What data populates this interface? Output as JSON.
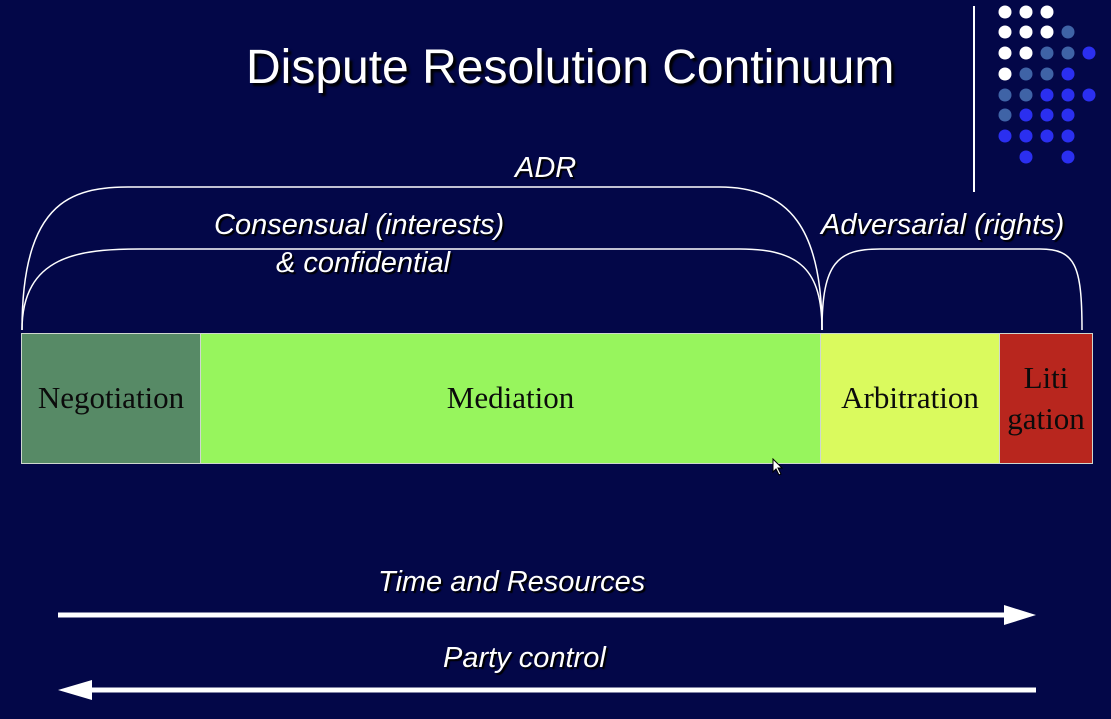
{
  "slide": {
    "title": "Dispute Resolution Continuum"
  },
  "brackets": {
    "adr": "ADR",
    "consensual_line1": "Consensual (interests)",
    "consensual_line2": "& confidential",
    "adversarial": "Adversarial (rights)"
  },
  "continuum": [
    {
      "label": "Negotiation",
      "color": "#578a66"
    },
    {
      "label": "Mediation",
      "color": "#97f55d"
    },
    {
      "label": "Arbitration",
      "color": "#dafa5e"
    },
    {
      "label_line1": "Liti",
      "label_line2": "gation",
      "color": "#b8261e"
    }
  ],
  "arrows": {
    "forward_label": "Time and Resources",
    "backward_label": "Party control"
  },
  "colors": {
    "background": "#030748",
    "dot_white": "#ffffff",
    "dot_steel": "#3f63a6",
    "dot_blue": "#2b2ff0"
  }
}
